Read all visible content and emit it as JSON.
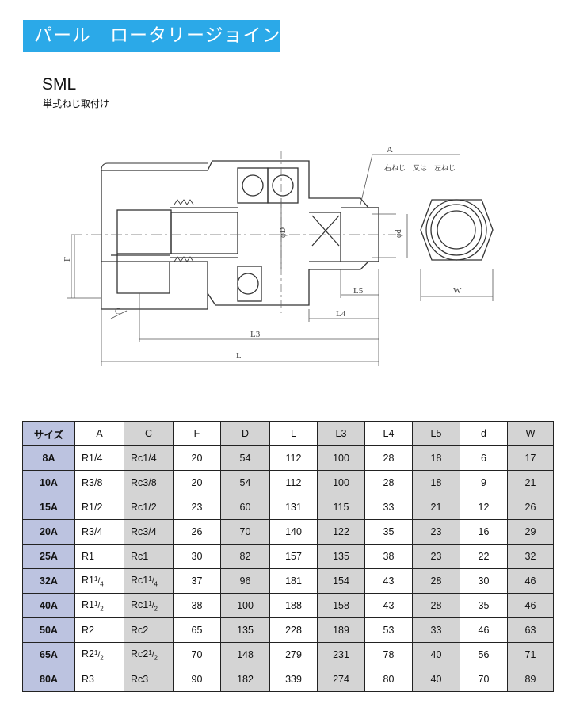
{
  "header": {
    "title": "パール　ロータリージョイント",
    "model": "SML",
    "subtitle": "単式ねじ取付け"
  },
  "drawing": {
    "labels": {
      "A": "A",
      "thread_note": "右ねじ　又は　左ねじ",
      "phiD": "φD",
      "phid": "φd",
      "F": "F",
      "C": "C",
      "L5": "L5",
      "L4": "L4",
      "L3": "L3",
      "L": "L",
      "W": "W"
    }
  },
  "table": {
    "headers": [
      "サイズ",
      "A",
      "C",
      "F",
      "D",
      "L",
      "L3",
      "L4",
      "L5",
      "d",
      "W"
    ],
    "rows": [
      {
        "size": "8A",
        "a": "R1/4",
        "c": "Rc1/4",
        "a_frac": "",
        "c_frac": "",
        "f": "20",
        "d": "54",
        "l": "112",
        "l3": "100",
        "l4": "28",
        "l5": "18",
        "dd": "6",
        "w": "17"
      },
      {
        "size": "10A",
        "a": "R3/8",
        "c": "Rc3/8",
        "a_frac": "",
        "c_frac": "",
        "f": "20",
        "d": "54",
        "l": "112",
        "l3": "100",
        "l4": "28",
        "l5": "18",
        "dd": "9",
        "w": "21"
      },
      {
        "size": "15A",
        "a": "R1/2",
        "c": "Rc1/2",
        "a_frac": "",
        "c_frac": "",
        "f": "23",
        "d": "60",
        "l": "131",
        "l3": "115",
        "l4": "33",
        "l5": "21",
        "dd": "12",
        "w": "26"
      },
      {
        "size": "20A",
        "a": "R3/4",
        "c": "Rc3/4",
        "a_frac": "",
        "c_frac": "",
        "f": "26",
        "d": "70",
        "l": "140",
        "l3": "122",
        "l4": "35",
        "l5": "23",
        "dd": "16",
        "w": "29"
      },
      {
        "size": "25A",
        "a": "R1",
        "c": "Rc1",
        "a_frac": "",
        "c_frac": "",
        "f": "30",
        "d": "82",
        "l": "157",
        "l3": "135",
        "l4": "38",
        "l5": "23",
        "dd": "22",
        "w": "32"
      },
      {
        "size": "32A",
        "a": "R1",
        "c": "Rc1",
        "a_frac": "1/4",
        "c_frac": "1/4",
        "f": "37",
        "d": "96",
        "l": "181",
        "l3": "154",
        "l4": "43",
        "l5": "28",
        "dd": "30",
        "w": "46"
      },
      {
        "size": "40A",
        "a": "R1",
        "c": "Rc1",
        "a_frac": "1/2",
        "c_frac": "1/2",
        "f": "38",
        "d": "100",
        "l": "188",
        "l3": "158",
        "l4": "43",
        "l5": "28",
        "dd": "35",
        "w": "46"
      },
      {
        "size": "50A",
        "a": "R2",
        "c": "Rc2",
        "a_frac": "",
        "c_frac": "",
        "f": "65",
        "d": "135",
        "l": "228",
        "l3": "189",
        "l4": "53",
        "l5": "33",
        "dd": "46",
        "w": "63"
      },
      {
        "size": "65A",
        "a": "R2",
        "c": "Rc2",
        "a_frac": "1/2",
        "c_frac": "1/2",
        "f": "70",
        "d": "148",
        "l": "279",
        "l3": "231",
        "l4": "78",
        "l5": "40",
        "dd": "56",
        "w": "71"
      },
      {
        "size": "80A",
        "a": "R3",
        "c": "Rc3",
        "a_frac": "",
        "c_frac": "",
        "f": "90",
        "d": "182",
        "l": "339",
        "l3": "274",
        "l4": "80",
        "l5": "40",
        "dd": "70",
        "w": "89"
      }
    ]
  },
  "colors": {
    "title_bg": "#2ba9e8",
    "header_blue": "#bcc3e0",
    "column_gray": "#d4d4d4"
  }
}
